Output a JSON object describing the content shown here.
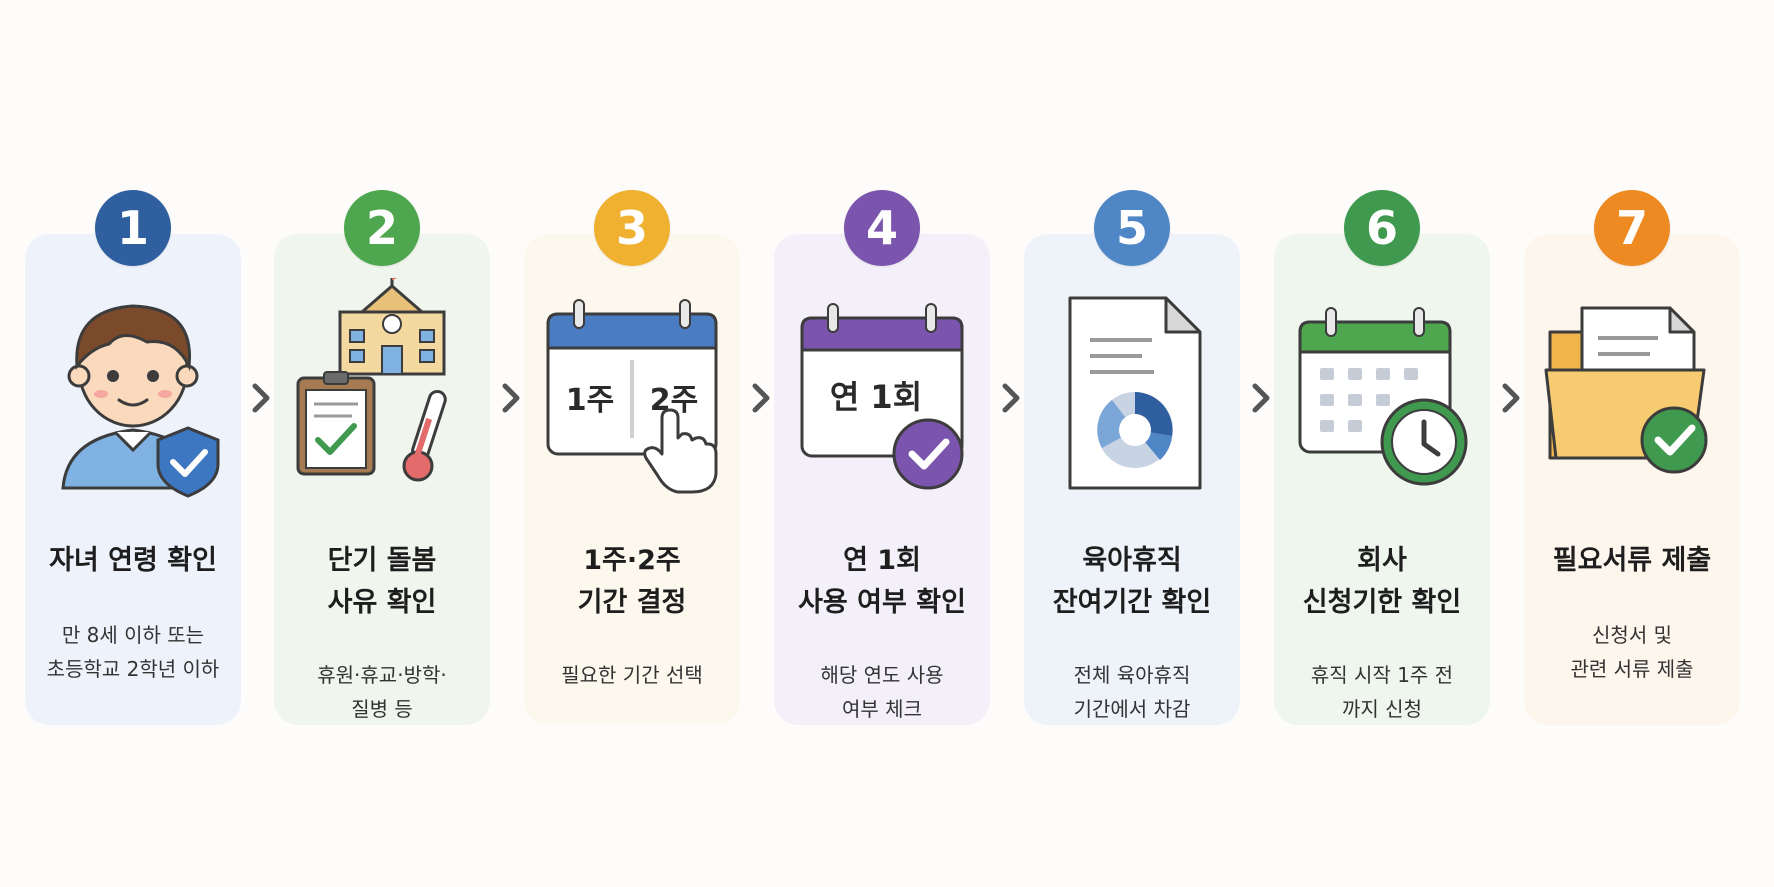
{
  "steps": [
    {
      "number": "1",
      "title": [
        "자녀 연령 확인"
      ],
      "desc": [
        "만 8세 이하 또는",
        "초등학교 2학년 이하"
      ],
      "color": "#2f5f9e",
      "card_bg": "#eef3fb"
    },
    {
      "number": "2",
      "title": [
        "단기 돌봄",
        "사유 확인"
      ],
      "desc": [
        "휴원·휴교·방학·",
        "질병 등"
      ],
      "color": "#4ea64e",
      "card_bg": "#f0f6ee"
    },
    {
      "number": "3",
      "title": [
        "1주·2주",
        "기간 결정"
      ],
      "desc": [
        "필요한 기간 선택"
      ],
      "color": "#f0b030",
      "card_bg": "#fdf8ee"
    },
    {
      "number": "4",
      "title": [
        "연 1회",
        "사용 여부 확인"
      ],
      "desc": [
        "해당 연도 사용",
        "여부 체크"
      ],
      "color": "#7b55ad",
      "card_bg": "#f4f0fa"
    },
    {
      "number": "5",
      "title": [
        "육아휴직",
        "잔여기간 확인"
      ],
      "desc": [
        "전체 육아휴직",
        "기간에서 차감"
      ],
      "color": "#4f86c6",
      "card_bg": "#eef3fa"
    },
    {
      "number": "6",
      "title": [
        "회사",
        "신청기한 확인"
      ],
      "desc": [
        "휴직 시작 1주 전",
        "까지 신청"
      ],
      "color": "#3f9a4f",
      "card_bg": "#eef6ee"
    },
    {
      "number": "7",
      "title": [
        "필요서류 제출"
      ],
      "desc": [
        "신청서 및",
        "관련 서류 제출"
      ],
      "color": "#ee8a22",
      "card_bg": "#fdf6ec"
    }
  ],
  "icons": {
    "calendar_tabs": [
      "1주",
      "2주"
    ],
    "calendar_once": "연 1회"
  },
  "arrow_color": "#555555"
}
